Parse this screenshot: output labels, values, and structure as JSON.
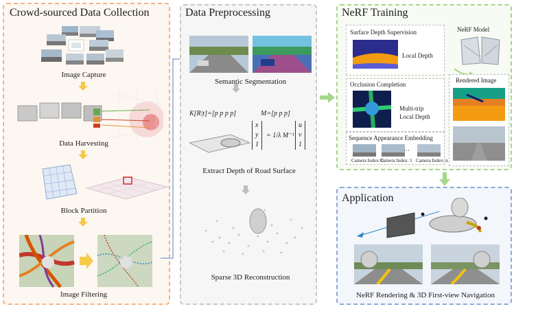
{
  "panels": {
    "collection": {
      "title": "Crowd-sourced Data Collection",
      "steps": [
        "Image Capture",
        "Data Harvesting",
        "Block Partition",
        "Image Filtering"
      ]
    },
    "preprocessing": {
      "title": "Data Preprocessing",
      "steps": [
        "Semantic Segmentation",
        "Extract Depth of Road Surface",
        "Sparse 3D Reconstruction"
      ],
      "formula_k": "K[R|t]=[p  p  p  p]",
      "formula_m": "M=[p  p  p]",
      "formula_proj_lhs": [
        "x",
        "y",
        "1"
      ],
      "formula_proj_mid": "= 1/λ M⁻¹",
      "formula_proj_rhs": [
        "u",
        "v",
        "1"
      ]
    },
    "training": {
      "title": "NeRF Training",
      "surface_depth": "Surface Depth Supervision",
      "local_depth": "Local Depth",
      "occlusion": "Occlusion  Completion",
      "multitrip": "Multi-trip",
      "multitrip_local": "Local Depth",
      "sequence": "Sequence Appearance Embedding",
      "cam0": "Camera Index: 0",
      "cam1": "Camera Index: 1",
      "dots": "···",
      "camn": "Camera Index: n",
      "nerf_model": "NeRF Model",
      "rendered_image": "Rendered Image"
    },
    "application": {
      "title": "Application",
      "caption": "NeRF Rendering  &  3D First-view Navigation"
    }
  },
  "colors": {
    "orange": "#f0b58a",
    "gray": "#c8c8c8",
    "green": "#a6d68a",
    "blue": "#8ea9d6",
    "arrow_yellow": "#f6c948"
  }
}
